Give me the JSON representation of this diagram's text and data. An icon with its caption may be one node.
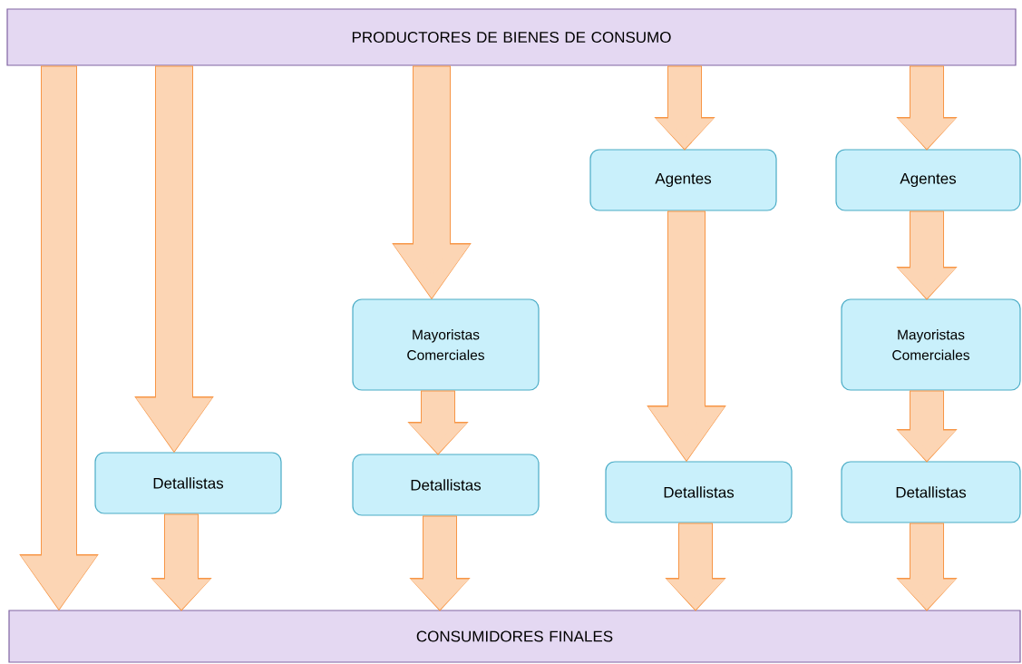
{
  "diagram": {
    "nodes": [
      {
        "text": [
          "PRODUCTORES DE BIENES DE CONSUMO"
        ]
      },
      {
        "text": [
          "Detallistas"
        ]
      },
      {
        "text": [
          "Mayoristas Comerciales"
        ]
      },
      {
        "text": [
          "Detallistas"
        ]
      },
      {
        "text": [
          "Agentes"
        ]
      },
      {
        "text": [
          "Detallistas"
        ]
      },
      {
        "text": [
          "Agentes"
        ]
      },
      {
        "text": [
          "Mayoristas Comerciales"
        ]
      },
      {
        "text": [
          "Detallistas"
        ]
      },
      {
        "text": [
          "CONSUMIDORES FINALES"
        ]
      }
    ],
    "edges": [
      {
        "from": 0,
        "to": 9,
        "arrow": "to"
      },
      {
        "from": 0,
        "to": 1,
        "arrow": "to"
      },
      {
        "from": 0,
        "to": 2,
        "arrow": "to"
      },
      {
        "from": 2,
        "to": 3,
        "arrow": "to"
      },
      {
        "from": 0,
        "to": 4,
        "arrow": "to"
      },
      {
        "from": 4,
        "to": 5,
        "arrow": "to"
      },
      {
        "from": 0,
        "to": 6,
        "arrow": "to"
      },
      {
        "from": 6,
        "to": 7,
        "arrow": "to"
      },
      {
        "from": 7,
        "to": 8,
        "arrow": "to"
      },
      {
        "from": 1,
        "to": 9,
        "arrow": "to"
      },
      {
        "from": 3,
        "to": 9,
        "arrow": "to"
      },
      {
        "from": 5,
        "to": 9,
        "arrow": "to"
      },
      {
        "from": 8,
        "to": 9,
        "arrow": "to"
      }
    ]
  }
}
